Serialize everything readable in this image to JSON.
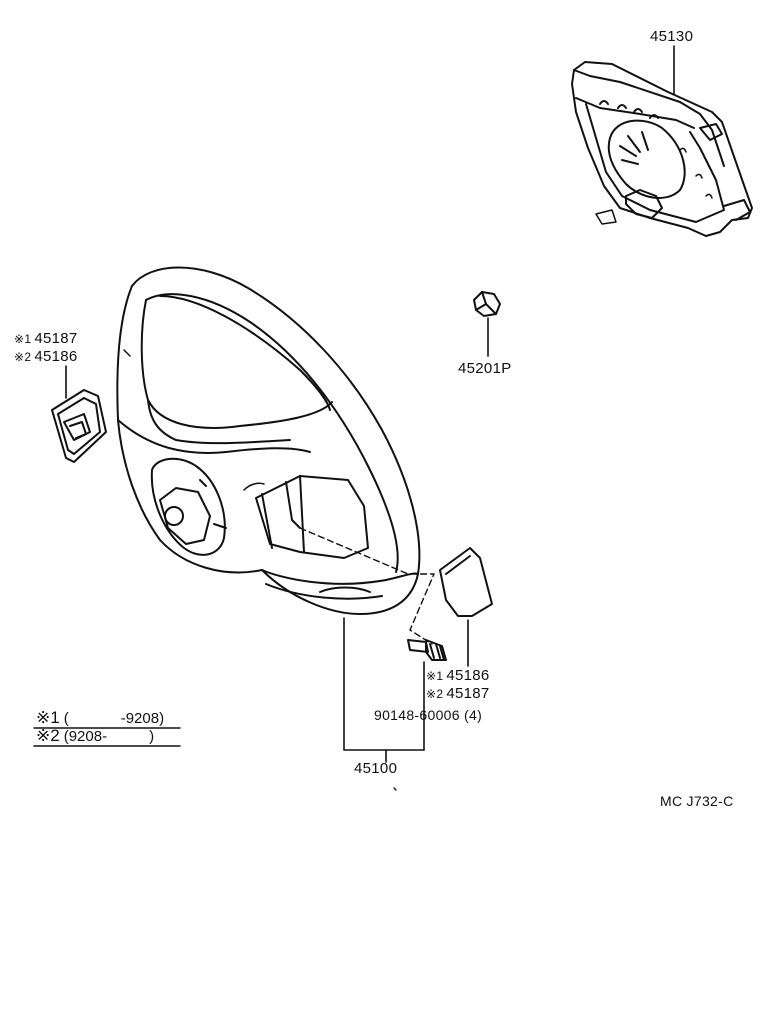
{
  "parts": {
    "horn_pad": "45130",
    "nut": "45201P",
    "ornament_left_1": "45187",
    "ornament_left_2": "45186",
    "ornament_right_1": "45186",
    "ornament_right_2": "45187",
    "screw": "90148-60006",
    "screw_qty": "(4)",
    "wheel": "45100"
  },
  "marks": {
    "m1": "※1",
    "m2": "※2"
  },
  "notes": {
    "n1_mark": "※1",
    "n1_open": "(",
    "n1_range": "-9208)",
    "n2_mark": "※2",
    "n2_range": "(9208-",
    "n2_close": ")"
  },
  "diagram_code": "MC J732-C"
}
